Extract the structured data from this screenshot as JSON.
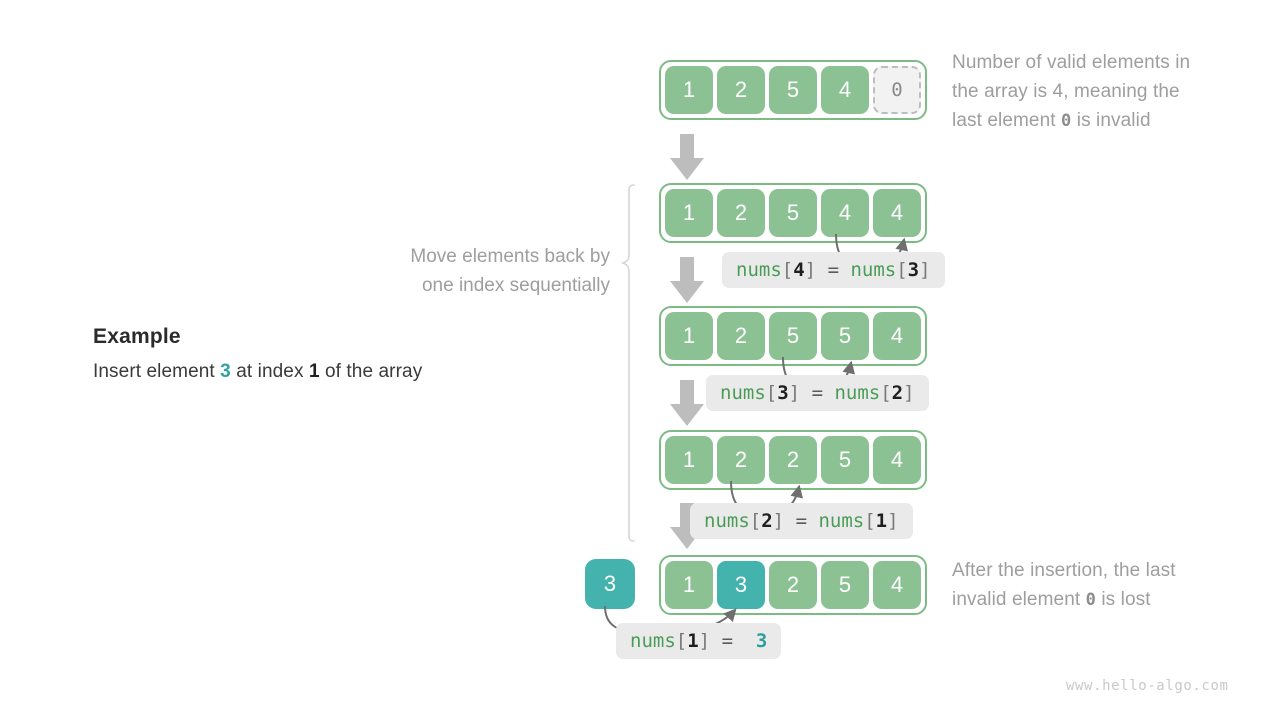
{
  "example": {
    "title": "Example",
    "desc_pre": "Insert element ",
    "desc_value": "3",
    "desc_mid": " at index ",
    "desc_index": "1",
    "desc_post": " of the array"
  },
  "annotations": {
    "top_line1": "Number of valid elements in",
    "top_line2_pre": "the array is 4, meaning the",
    "top_line3_pre": "last element ",
    "top_zero": "0",
    "top_line3_post": " is invalid",
    "brace_line1": "Move elements back by",
    "brace_line2": "one index sequentially",
    "bottom_line1": "After the insertion, the last",
    "bottom_line2_pre": "invalid element ",
    "bottom_zero": "0",
    "bottom_line2_post": " is lost"
  },
  "rows": [
    {
      "id": "row-initial",
      "cells": [
        {
          "value": "1",
          "style": "green"
        },
        {
          "value": "2",
          "style": "green"
        },
        {
          "value": "5",
          "style": "green"
        },
        {
          "value": "4",
          "style": "green"
        },
        {
          "value": "0",
          "style": "ghost"
        }
      ]
    },
    {
      "id": "row-shift-4",
      "cells": [
        {
          "value": "1",
          "style": "green"
        },
        {
          "value": "2",
          "style": "green"
        },
        {
          "value": "5",
          "style": "green"
        },
        {
          "value": "4",
          "style": "green"
        },
        {
          "value": "4",
          "style": "green"
        }
      ]
    },
    {
      "id": "row-shift-3",
      "cells": [
        {
          "value": "1",
          "style": "green"
        },
        {
          "value": "2",
          "style": "green"
        },
        {
          "value": "5",
          "style": "green"
        },
        {
          "value": "5",
          "style": "green"
        },
        {
          "value": "4",
          "style": "green"
        }
      ]
    },
    {
      "id": "row-shift-2",
      "cells": [
        {
          "value": "1",
          "style": "green"
        },
        {
          "value": "2",
          "style": "green"
        },
        {
          "value": "2",
          "style": "green"
        },
        {
          "value": "5",
          "style": "green"
        },
        {
          "value": "4",
          "style": "green"
        }
      ]
    },
    {
      "id": "row-final",
      "insert_box": "3",
      "cells": [
        {
          "value": "1",
          "style": "green"
        },
        {
          "value": "3",
          "style": "teal"
        },
        {
          "value": "2",
          "style": "green"
        },
        {
          "value": "5",
          "style": "green"
        },
        {
          "value": "4",
          "style": "green"
        }
      ]
    }
  ],
  "code_labels": [
    {
      "id": "code-4-3",
      "lhs_name": "nums",
      "lhs_index": "4",
      "op": "=",
      "rhs_name": "nums",
      "rhs_index": "3",
      "rhs_literal": null
    },
    {
      "id": "code-3-2",
      "lhs_name": "nums",
      "lhs_index": "3",
      "op": "=",
      "rhs_name": "nums",
      "rhs_index": "2",
      "rhs_literal": null
    },
    {
      "id": "code-2-1",
      "lhs_name": "nums",
      "lhs_index": "2",
      "op": "=",
      "rhs_name": "nums",
      "rhs_index": "1",
      "rhs_literal": null
    },
    {
      "id": "code-1-lit",
      "lhs_name": "nums",
      "lhs_index": "1",
      "op": "=",
      "rhs_name": null,
      "rhs_index": null,
      "rhs_literal": "3"
    }
  ],
  "brackets": {
    "open": "[",
    "close": "]"
  },
  "watermark": "www.hello-algo.com",
  "colors": {
    "green_cell": "#8cc194",
    "green_border": "#7dbb85",
    "teal": "#44b2ad",
    "ghost_bg": "#f2f2f2",
    "ghost_border": "#bdbdbd",
    "arrow_gray": "#bdbdbd",
    "curve_gray": "#6f6f6f",
    "badge_bg": "#eaeaea",
    "annot_text": "#9e9e9e"
  }
}
